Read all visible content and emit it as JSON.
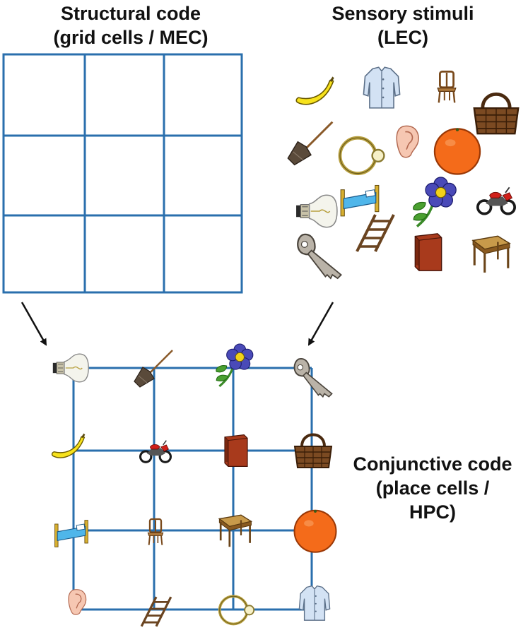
{
  "structural": {
    "line1": "Structural code",
    "line2": "(grid cells / MEC)"
  },
  "sensory": {
    "line1": "Sensory stimuli",
    "line2": "(LEC)"
  },
  "conjunctive": {
    "line1": "Conjunctive code",
    "line2": "(place cells /",
    "line3": "HPC)"
  },
  "colors": {
    "grid": "#2a6fad",
    "arrow": "#111111"
  },
  "stimuli": [
    "banana",
    "shirt",
    "chair",
    "basket",
    "broom",
    "ring",
    "ear",
    "orange",
    "lightbulb",
    "bed",
    "flower",
    "motorcycle",
    "key",
    "ladder",
    "book",
    "table"
  ],
  "conjunctive_grid": [
    [
      "lightbulb",
      "broom",
      "flower",
      "key"
    ],
    [
      "banana",
      "motorcycle",
      "book",
      "basket"
    ],
    [
      "bed",
      "chair",
      "table",
      "orange"
    ],
    [
      "ear",
      "ladder",
      "ring",
      "shirt"
    ]
  ]
}
